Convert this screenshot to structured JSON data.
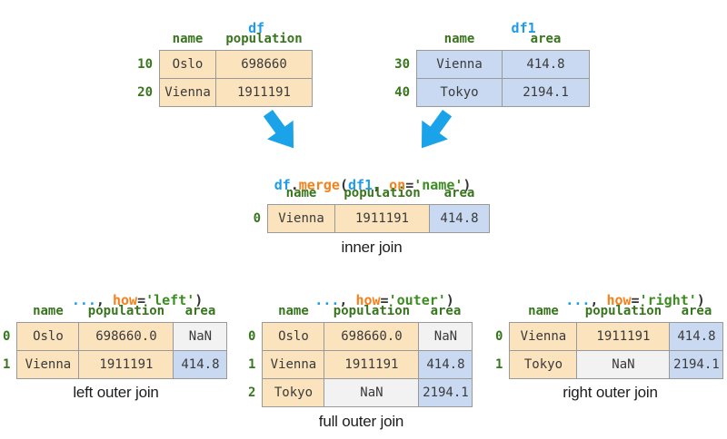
{
  "colors": {
    "peach": "#fae3bd",
    "blueCell": "#c9d9f1",
    "grayCell": "#f2f2f2",
    "border": "#999999",
    "green": "#38761d",
    "codeBlue": "#1e9ce9",
    "codeOrange": "#f5811c",
    "codeGreen": "#3c8d21",
    "codeDark": "#333333",
    "cellText": "#3a3a3a",
    "arrow": "#1ba3ea"
  },
  "code": {
    "merge": {
      "obj": "df",
      "dot": ".",
      "method": "merge",
      "open": "(",
      "arg": "df1",
      "sep": ", ",
      "kw": "on",
      "eq": "=",
      "val": "'name'",
      "close": ")"
    },
    "left": {
      "ellipsis": "...",
      "sep": ", ",
      "kw": "how",
      "eq": "=",
      "val": "'left'",
      "close": ")"
    },
    "outer": {
      "ellipsis": "...",
      "sep": ", ",
      "kw": "how",
      "eq": "=",
      "val": "'outer'",
      "close": ")"
    },
    "right": {
      "ellipsis": "...",
      "sep": ", ",
      "kw": "how",
      "eq": "=",
      "val": "'right'",
      "close": ")"
    }
  },
  "tables": {
    "df": {
      "title": "df",
      "headers": [
        "name",
        "population"
      ],
      "rows": [
        {
          "idx": "10",
          "cells": [
            "Oslo",
            "698660"
          ]
        },
        {
          "idx": "20",
          "cells": [
            "Vienna",
            "1911191"
          ]
        }
      ]
    },
    "df1": {
      "title": "df1",
      "headers": [
        "name",
        "area"
      ],
      "rows": [
        {
          "idx": "30",
          "cells": [
            "Vienna",
            "414.8"
          ]
        },
        {
          "idx": "40",
          "cells": [
            "Tokyo",
            "2194.1"
          ]
        }
      ]
    },
    "inner": {
      "headers": [
        "name",
        "population",
        "area"
      ],
      "label": "inner join",
      "rows": [
        {
          "idx": "0",
          "cells": [
            "Vienna",
            "1911191",
            "414.8"
          ]
        }
      ]
    },
    "left": {
      "headers": [
        "name",
        "population",
        "area"
      ],
      "label": "left outer join",
      "rows": [
        {
          "idx": "0",
          "cells": [
            "Oslo",
            "698660.0",
            "NaN"
          ]
        },
        {
          "idx": "1",
          "cells": [
            "Vienna",
            "1911191",
            "414.8"
          ]
        }
      ]
    },
    "full": {
      "headers": [
        "name",
        "population",
        "area"
      ],
      "label": "full outer join",
      "rows": [
        {
          "idx": "0",
          "cells": [
            "Oslo",
            "698660.0",
            "NaN"
          ]
        },
        {
          "idx": "1",
          "cells": [
            "Vienna",
            "1911191",
            "414.8"
          ]
        },
        {
          "idx": "2",
          "cells": [
            "Tokyo",
            "NaN",
            "2194.1"
          ]
        }
      ]
    },
    "right": {
      "headers": [
        "name",
        "population",
        "area"
      ],
      "label": "right outer join",
      "rows": [
        {
          "idx": "0",
          "cells": [
            "Vienna",
            "1911191",
            "414.8"
          ]
        },
        {
          "idx": "1",
          "cells": [
            "Tokyo",
            "NaN",
            "2194.1"
          ]
        }
      ]
    }
  },
  "icons": {
    "arrow_left": "thick-down-right-arrow",
    "arrow_right": "thick-down-left-arrow"
  }
}
